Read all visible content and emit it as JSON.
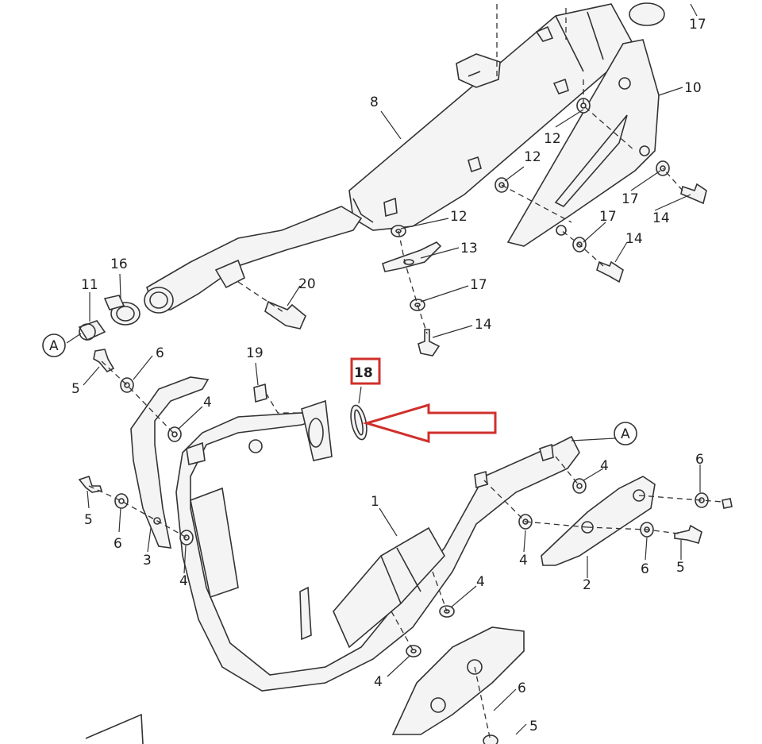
{
  "diagram": {
    "callouts": [
      {
        "id": "c17a",
        "text": "17"
      },
      {
        "id": "c10",
        "text": "10"
      },
      {
        "id": "c8",
        "text": "8"
      },
      {
        "id": "c12a",
        "text": "12"
      },
      {
        "id": "c12b",
        "text": "12"
      },
      {
        "id": "c17b",
        "text": "17"
      },
      {
        "id": "c14a",
        "text": "14"
      },
      {
        "id": "c17c",
        "text": "17"
      },
      {
        "id": "c14b",
        "text": "14"
      },
      {
        "id": "c12c",
        "text": "12"
      },
      {
        "id": "c13",
        "text": "13"
      },
      {
        "id": "c17d",
        "text": "17"
      },
      {
        "id": "c14c",
        "text": "14"
      },
      {
        "id": "c16",
        "text": "16"
      },
      {
        "id": "c11",
        "text": "11"
      },
      {
        "id": "c20",
        "text": "20"
      },
      {
        "id": "cA1",
        "text": "A"
      },
      {
        "id": "c6a",
        "text": "6"
      },
      {
        "id": "c5a",
        "text": "5"
      },
      {
        "id": "c19",
        "text": "19"
      },
      {
        "id": "c18",
        "text": "18"
      },
      {
        "id": "c4a",
        "text": "4"
      },
      {
        "id": "cA2",
        "text": "A"
      },
      {
        "id": "c6b",
        "text": "6"
      },
      {
        "id": "c4b",
        "text": "4"
      },
      {
        "id": "c1",
        "text": "1"
      },
      {
        "id": "c5b",
        "text": "5"
      },
      {
        "id": "c6c",
        "text": "6"
      },
      {
        "id": "c3",
        "text": "3"
      },
      {
        "id": "c4c",
        "text": "4"
      },
      {
        "id": "c4d",
        "text": "4"
      },
      {
        "id": "c6d",
        "text": "6"
      },
      {
        "id": "c5c",
        "text": "5"
      },
      {
        "id": "c2",
        "text": "2"
      },
      {
        "id": "c4e",
        "text": "4"
      },
      {
        "id": "c4f",
        "text": "4"
      },
      {
        "id": "c6e",
        "text": "6"
      },
      {
        "id": "c5d",
        "text": "5"
      }
    ],
    "highlight": {
      "part": "18",
      "color": "#d0302c"
    }
  }
}
